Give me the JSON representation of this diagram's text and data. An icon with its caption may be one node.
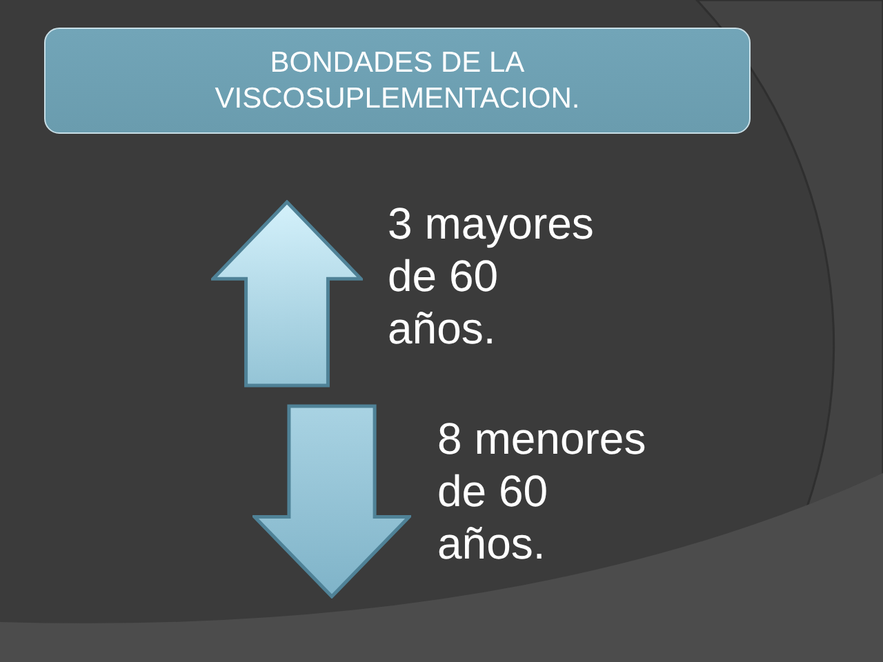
{
  "diagram": {
    "title": "BONDADES DE LA VISCOSUPLEMENTACION.",
    "nodes": [
      {
        "text": [],
        "shape": "arrow",
        "beside": [
          "3 mayores de 60 años."
        ]
      },
      {
        "text": [],
        "shape": "arrow",
        "beside": [
          "8 menores de 60 años."
        ]
      }
    ]
  }
}
